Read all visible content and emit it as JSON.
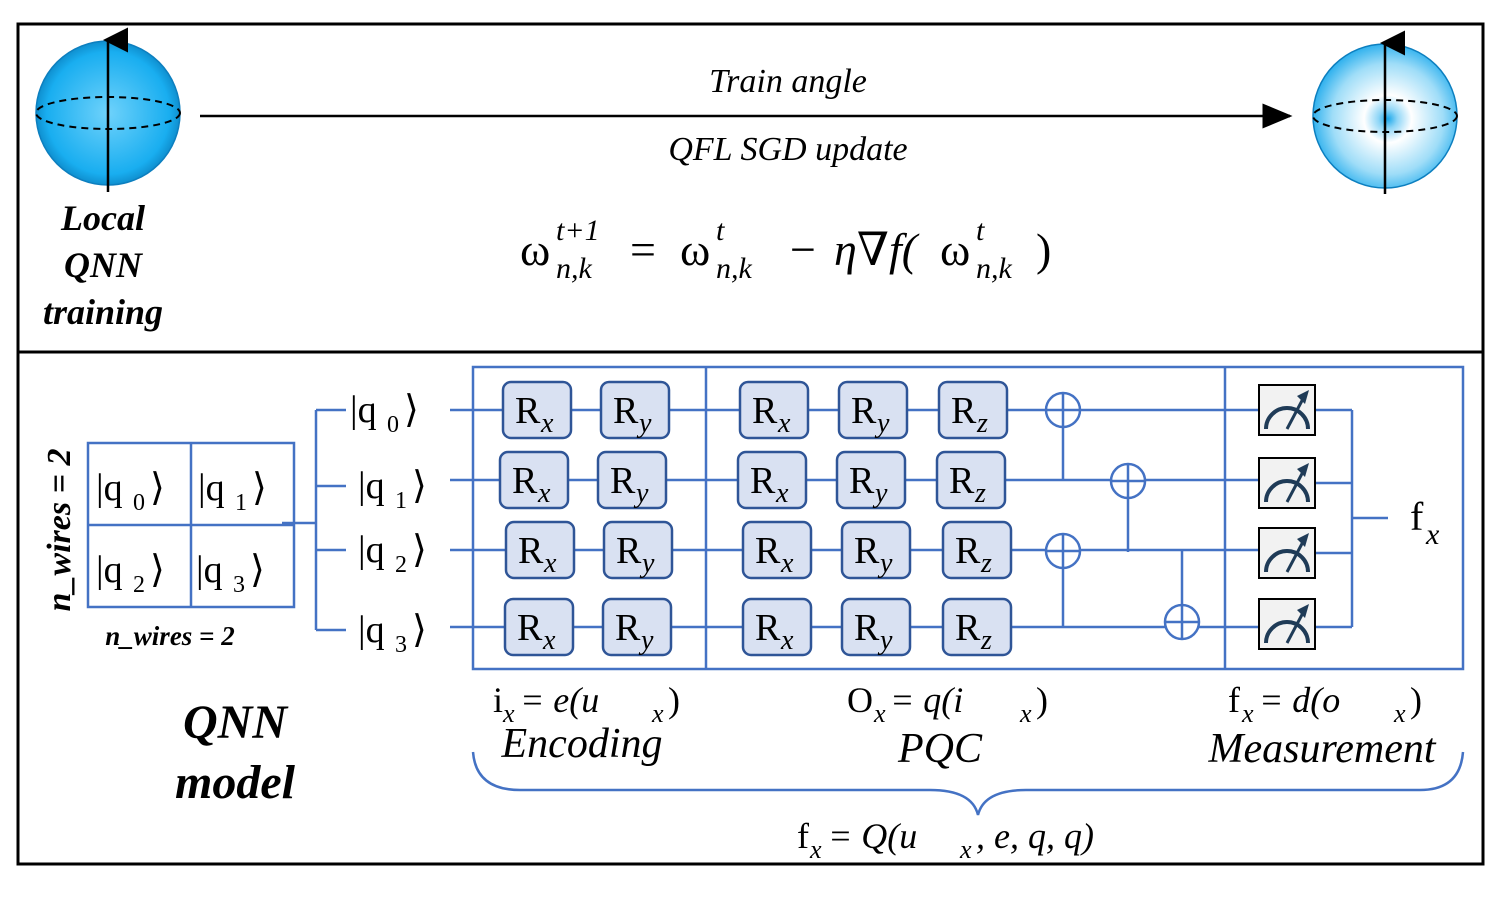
{
  "top_panel": {
    "arrow_label_top": "Train angle",
    "arrow_label_bottom": "QFL SGD update",
    "side_label": [
      "Local",
      "QNN",
      "training"
    ],
    "equation": {
      "lhs_base": "ω",
      "lhs_sup": "t+1",
      "lhs_sub": "n,k",
      "equals": "=",
      "rhs1_base": "ω",
      "rhs1_sup": "t",
      "rhs1_sub": "n,k",
      "minus": "−",
      "eta_nabla_f": "η∇f(",
      "rhs2_base": "ω",
      "rhs2_sup": "t",
      "rhs2_sub": "n,k",
      "close": ")"
    }
  },
  "bottom_panel": {
    "n_wires_vertical": "n_wires = 2",
    "n_wires_bottom": "n_wires = 2",
    "model_label": [
      "QNN",
      "model"
    ],
    "grid_cells": [
      {
        "base": "|q",
        "sub": "0",
        "close": "⟩"
      },
      {
        "base": "|q",
        "sub": "1",
        "close": "⟩"
      },
      {
        "base": "|q",
        "sub": "2",
        "close": "⟩"
      },
      {
        "base": "|q",
        "sub": "3",
        "close": "⟩"
      }
    ],
    "qubits": [
      {
        "base": "|q",
        "sub": "0",
        "close": "⟩"
      },
      {
        "base": "|q",
        "sub": "1",
        "close": "⟩"
      },
      {
        "base": "|q",
        "sub": "2",
        "close": "⟩"
      },
      {
        "base": "|q",
        "sub": "3",
        "close": "⟩"
      }
    ],
    "encoding_gates": [
      {
        "base": "R",
        "sub": "x"
      },
      {
        "base": "R",
        "sub": "y"
      }
    ],
    "pqc_gates": [
      {
        "base": "R",
        "sub": "x"
      },
      {
        "base": "R",
        "sub": "y"
      },
      {
        "base": "R",
        "sub": "z"
      }
    ],
    "output_label": {
      "base": "f",
      "sub": "x"
    },
    "stage_equations": {
      "encoding": {
        "a": "i",
        "a_sub": "x",
        "rest": " = e(u",
        "b_sub": "x",
        "close": ")"
      },
      "pqc": {
        "a": "O",
        "a_sub": "x",
        "rest": " = q(i",
        "b_sub": "x",
        "close": ")"
      },
      "measurement": {
        "a": "f",
        "a_sub": "x",
        "rest": " = d(o",
        "b_sub": "x",
        "close": ")"
      }
    },
    "stage_names": {
      "encoding": "Encoding",
      "pqc": "PQC",
      "measurement": "Measurement"
    },
    "overall_equation": {
      "a": "f",
      "a_sub": "x",
      "rest1": " = Q(u",
      "b_sub": "x",
      "rest2": ", e, q, q)"
    }
  },
  "colors": {
    "wire": "#4472c4",
    "gate_fill": "#d9e1f2",
    "gate_stroke": "#2f5597",
    "sphere": "#1ab0f0"
  },
  "icons": [
    "bloch-sphere-icon",
    "bloch-sphere-trained-icon",
    "measurement-meter-icon",
    "cnot-target-icon"
  ]
}
